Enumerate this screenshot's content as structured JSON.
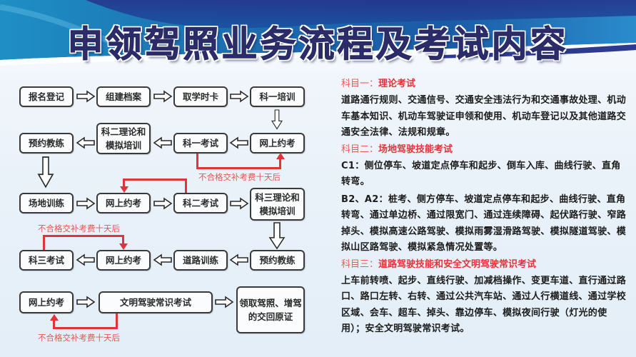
{
  "header": {
    "title": "申领驾照业务流程及考试内容"
  },
  "flowchart": {
    "rows": [
      {
        "direction": "right",
        "steps": [
          "报名登记",
          "组建档案",
          "取学时卡",
          "科一培训"
        ]
      },
      {
        "direction": "left",
        "steps": [
          "网上约考",
          "科一考试",
          "科二理论和模拟培训",
          "预约教练"
        ]
      },
      {
        "direction": "right",
        "steps": [
          "场地训练",
          "网上约考",
          "科二考试",
          "科三理论和模拟培训"
        ]
      },
      {
        "direction": "left",
        "steps": [
          "预约教练",
          "道路训练",
          "网上约考",
          "科三考试"
        ]
      },
      {
        "direction": "right",
        "steps": [
          "网上约考",
          "文明驾驶常识考试",
          "领取驾照、增驾的交回原证"
        ]
      }
    ],
    "boxes": {
      "r1_1": "报名登记",
      "r1_2": "组建档案",
      "r1_3": "取学时卡",
      "r1_4": "科一培训",
      "r2_1": "预约教练",
      "r2_2a": "科二理论和",
      "r2_2b": "模拟培训",
      "r2_3": "科一考试",
      "r2_4": "网上约考",
      "r3_1": "场地训练",
      "r3_2": "网上约考",
      "r3_3": "科二考试",
      "r3_4a": "科三理论和",
      "r3_4b": "模拟培训",
      "r4_1": "科三考试",
      "r4_2": "网上约考",
      "r4_3": "道路训练",
      "r4_4": "预约教练",
      "r5_1": "网上约考",
      "r5_2": "文明驾驶常识考试",
      "r5_3a": "领取驾照、增驾",
      "r5_3b": "的交回原证"
    },
    "fail_note": "不合格交补考费十天后",
    "fail_notes": [
      "不合格交补考费十天后",
      "不合格交补考费十天后",
      "不合格交补考费十天后"
    ],
    "colors": {
      "box_border": "#3a3a3a",
      "fail_line": "#e0343a",
      "fail_text": "#e0574f"
    }
  },
  "exam_content": {
    "sections": [
      {
        "label": "科目一：",
        "title": "理论考试",
        "paragraphs": [
          "道路通行规则、交通信号、交通安全违法行为和交通事故处理、机动车基本知识、机动车驾驶证申领和使用、机动车登记以及其他道路交通安全法律、法规和规章。"
        ]
      },
      {
        "label": "科目二：",
        "title": "场地驾驶技能考试",
        "paragraphs": [
          "C1：侧位停车、坡道定点停车和起步、倒车入库、曲线行驶、直角转弯。",
          "B2、A2：桩考、侧方停车、坡道定点停车和起步、曲线行驶、直角转弯、通过单边桥、通过限宽门、通过连续障碍、起伏路行驶、窄路掉头、模拟高速公路驾驶、模拟雨雾湿滑路驾驶、模拟隧道驾驶、模拟山区路驾驶、模拟紧急情况处置等。"
        ]
      },
      {
        "label": "科目三：",
        "title": "道路驾驶技能和安全文明驾驶常识考试",
        "paragraphs": [
          "上车前转喷、起步、直线行驶、加减档操作、变更车道、直行通过路口、路口左转、右转、通过公共汽车站、通过人行横道线、通过学校区域、会车、超车、掉头、靠边停车、模拟夜间行驶（灯光的使用）；安全文明驾驶常识考试。"
        ]
      }
    ],
    "colors": {
      "section_title": "#e8313a",
      "body_text": "#1c1c1c"
    }
  }
}
